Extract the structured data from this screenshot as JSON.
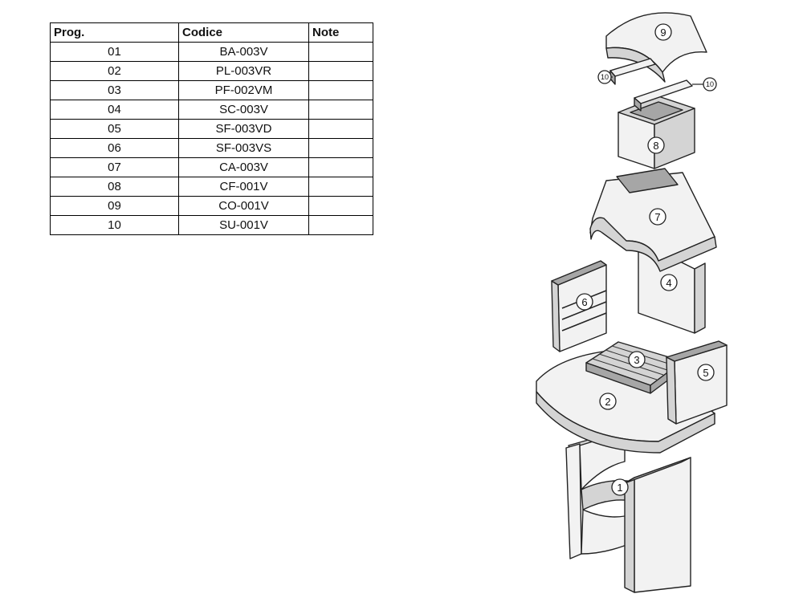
{
  "table": {
    "headers": [
      "Prog.",
      "Codice",
      "Note"
    ],
    "rows": [
      [
        "01",
        "BA-003V",
        ""
      ],
      [
        "02",
        "PL-003VR",
        ""
      ],
      [
        "03",
        "PF-002VM",
        ""
      ],
      [
        "04",
        "SC-003V",
        ""
      ],
      [
        "05",
        "SF-003VD",
        ""
      ],
      [
        "06",
        "SF-003VS",
        ""
      ],
      [
        "07",
        "CA-003V",
        ""
      ],
      [
        "08",
        "CF-001V",
        ""
      ],
      [
        "09",
        "CO-001V",
        ""
      ],
      [
        "10",
        "SU-001V",
        ""
      ]
    ]
  },
  "drawing": {
    "callouts": [
      "1",
      "2",
      "3",
      "4",
      "5",
      "6",
      "7",
      "8",
      "9",
      "10",
      "10"
    ]
  }
}
